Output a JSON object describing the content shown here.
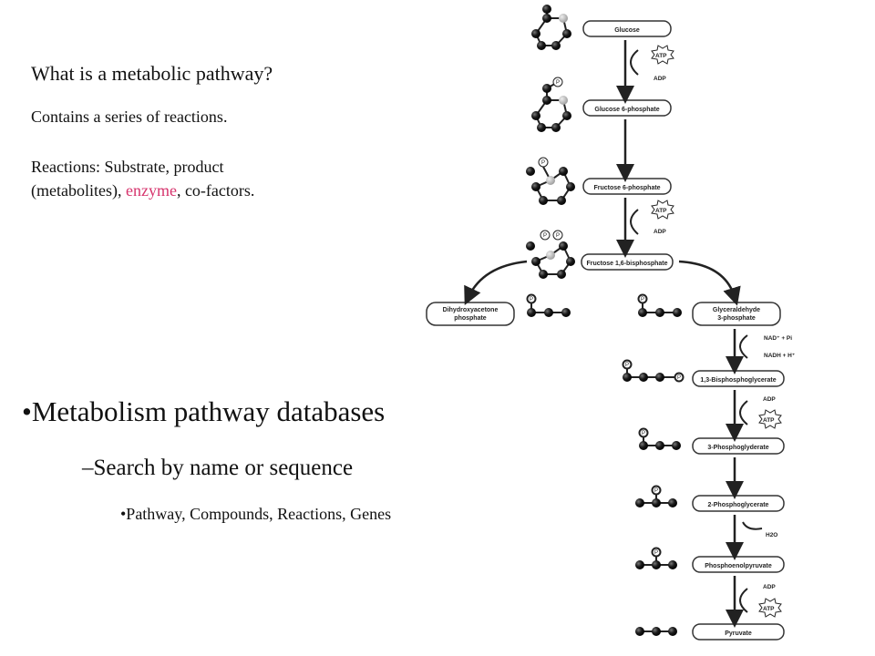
{
  "intro": {
    "question": "What is a metabolic pathway?",
    "line1": "Contains a series of reactions.",
    "line2_a": "Reactions: Substrate, product",
    "line2_b": "(metabolites), ",
    "line2_enzyme": "enzyme",
    "line2_c": ", co-factors."
  },
  "databases": {
    "heading": "•Metabolism  pathway databases",
    "sub": "–Search by name or sequence",
    "items": "•Pathway, Compounds, Reactions, Genes"
  },
  "pathway": {
    "boxes": {
      "glucose": "Glucose",
      "g6p": "Glucose 6-phosphate",
      "f6p": "Fructose 6-phosphate",
      "f16bp": "Fructose 1,6-bisphosphate",
      "dhap_1": "Dihydroxyacetone",
      "dhap_2": "phosphate",
      "gap_1": "Glyceraldehyde",
      "gap_2": "3-phosphate",
      "bpg13": "1,3-Bisphosphoglycerate",
      "pg3": "3-Phosphoglyderate",
      "pg2": "2-Phosphoglycerate",
      "pep": "Phosphoenolpyruvate",
      "pyruvate": "Pyruvate"
    },
    "cofactors": {
      "atp": "ATP",
      "adp": "ADP",
      "nad": "NAD⁺ + Pi",
      "nadh": "NADH + H⁺",
      "h2o": "H2O",
      "phosphate_mark": "P"
    },
    "colors": {
      "atom_dark": "#1a1a1a",
      "atom_light": "#b8b8b8",
      "box_stroke": "#333333",
      "text_accent": "#d6336c"
    }
  }
}
